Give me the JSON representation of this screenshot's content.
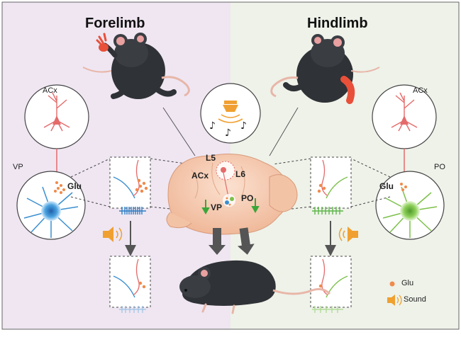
{
  "titles": {
    "left": "Forelimb",
    "right": "Hindlimb"
  },
  "labels": {
    "acx_left": "ACx",
    "acx_right": "ACx",
    "vp_left": "VP",
    "po_right": "PO",
    "glu_left": "Glu",
    "glu_right": "Glu",
    "brain_l5": "L5",
    "brain_l6": "L6",
    "brain_acx": "ACx",
    "brain_vp": "VP",
    "brain_po": "PO"
  },
  "legend": {
    "glu": "Glu",
    "sound": "Sound"
  },
  "colors": {
    "left_panel": "#efe6f2",
    "right_panel": "#eef2e9",
    "vp_neuron": "#3b8fd0",
    "po_neuron": "#7cc04a",
    "cortex_neuron": "#e56a6a",
    "glu_dot": "#f08a4b",
    "sound_icon": "#f0a030",
    "spike_blue": "#2f7fc4",
    "spike_green": "#5fb64a",
    "arrow": "#555555",
    "down_arrow_green": "#3aa63a",
    "mouse_body": "#2f3236",
    "paw_highlight": "#e8503a"
  },
  "icons": [
    "speaker-icon",
    "music-note-icon",
    "down-arrow-icon"
  ]
}
